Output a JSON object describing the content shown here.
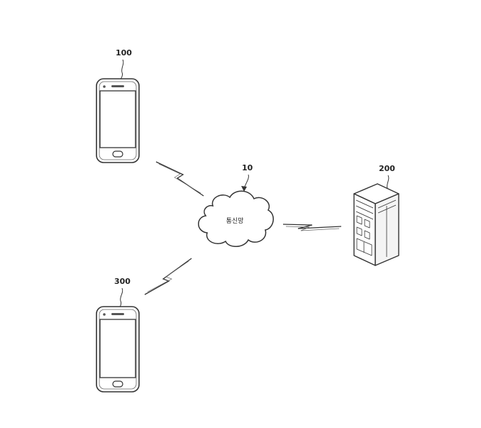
{
  "figure": {
    "devices": {
      "phone_top": {
        "ref": "100"
      },
      "server": {
        "ref": "200"
      },
      "phone_bottom": {
        "ref": "300"
      }
    },
    "network": {
      "ref": "10",
      "label": "통신망"
    }
  },
  "colors": {
    "line": "#333333",
    "background": "#ffffff"
  }
}
